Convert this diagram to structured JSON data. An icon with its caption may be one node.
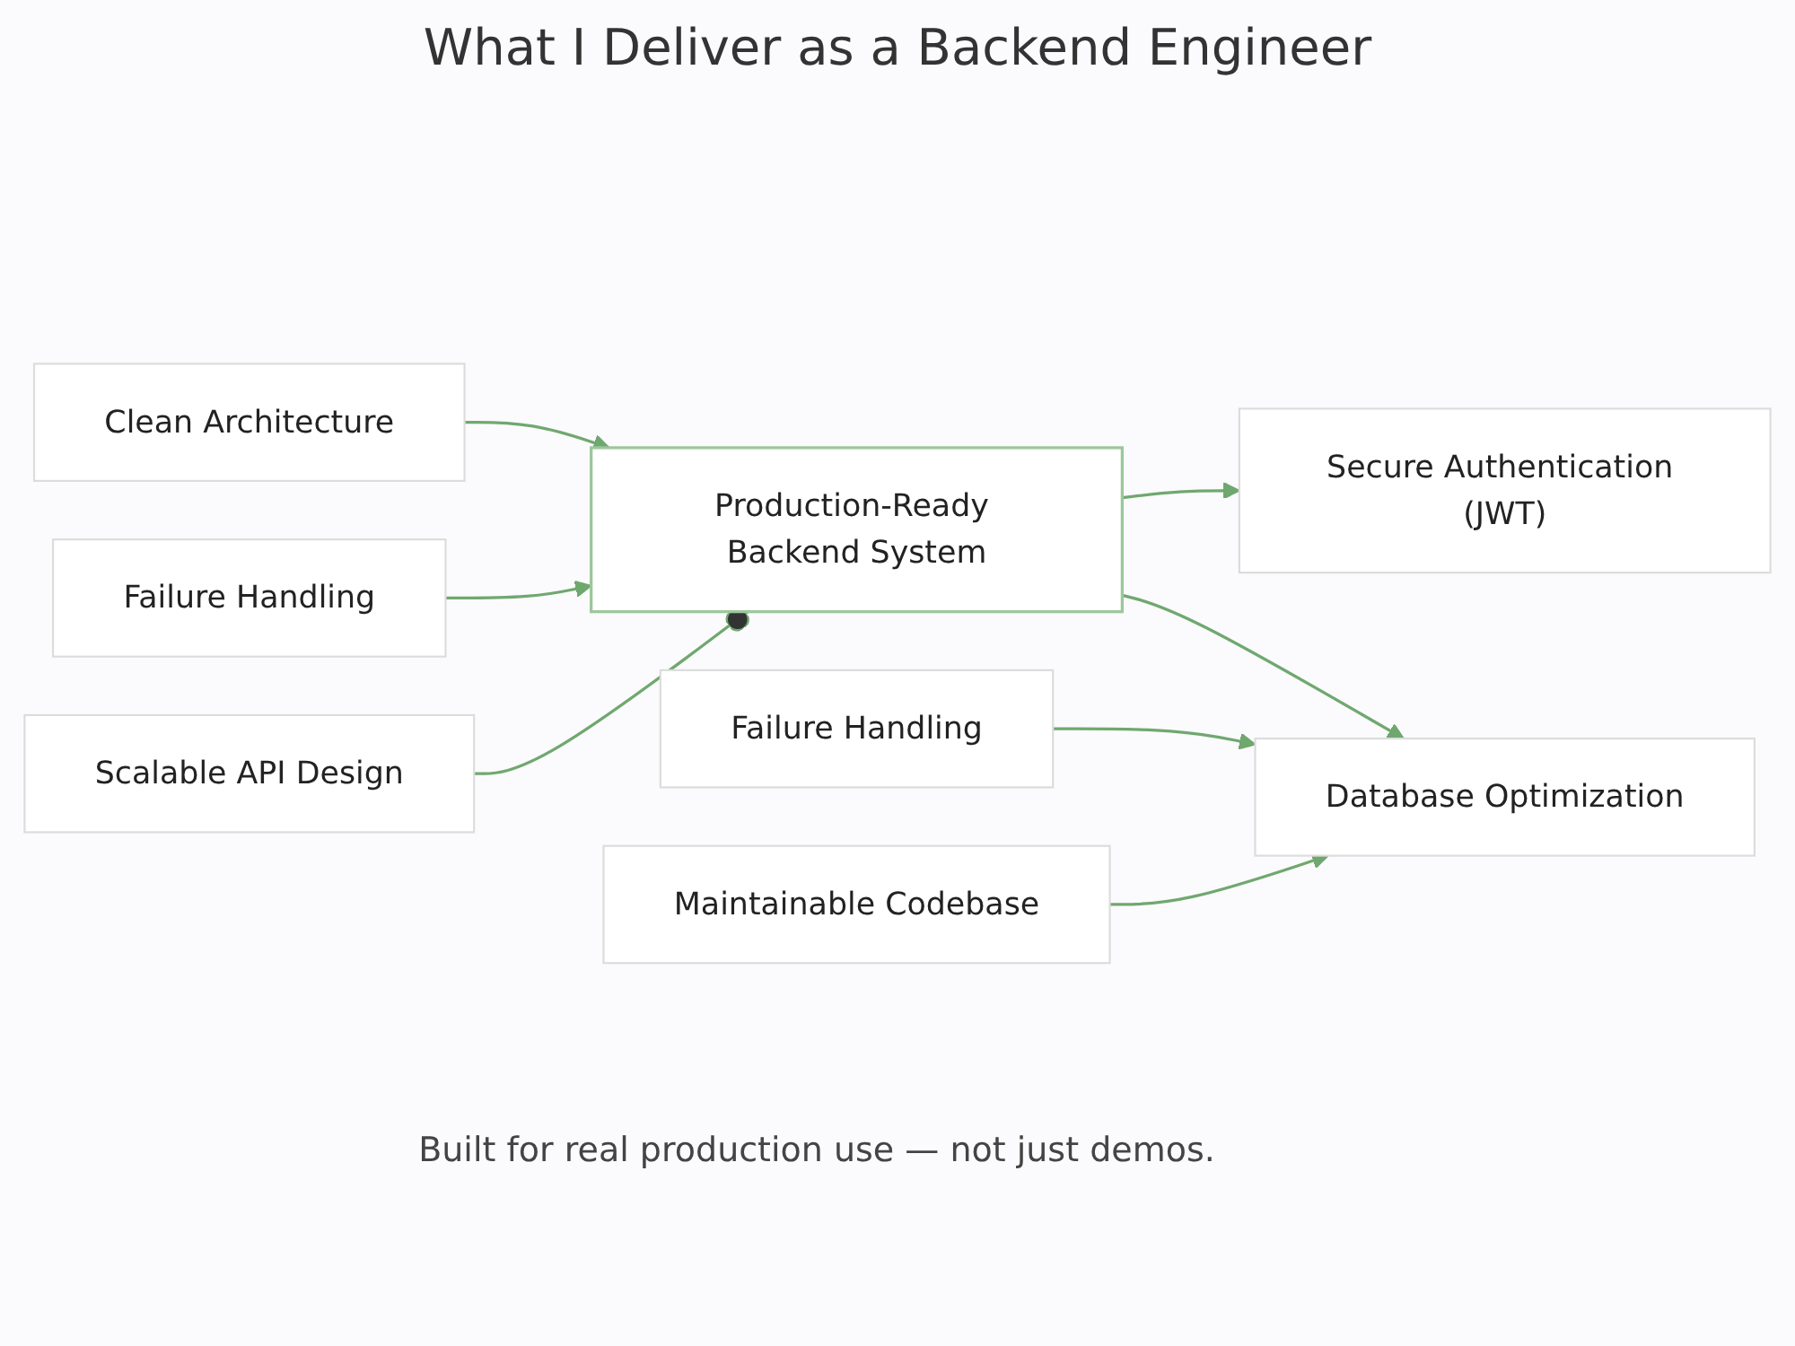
{
  "diagram": {
    "title": "What I Deliver as a Backend Engineer",
    "caption": "Built for real production use — not just demos.",
    "nodes": [
      {
        "text": [
          "Clean Architecture"
        ]
      },
      {
        "text": [
          "Production-Ready Backend System"
        ]
      },
      {
        "text": [
          "Secure Authentication (JWT)"
        ]
      },
      {
        "text": [
          "Failure Handling"
        ]
      },
      {
        "text": [
          "Scalable API Design"
        ]
      },
      {
        "text": [
          "Database Optimization"
        ]
      },
      {
        "text": [
          "Failure Handling"
        ]
      },
      {
        "text": [
          "Maintainable Codebase"
        ]
      }
    ],
    "edges": [
      {
        "from": 0,
        "to": 1,
        "arrow": "to"
      },
      {
        "from": 3,
        "to": 1,
        "arrow": "to"
      },
      {
        "from": 6,
        "to": 5,
        "arrow": "to"
      },
      {
        "from": 1,
        "to": 2,
        "arrow": "to"
      },
      {
        "from": 4,
        "to": 1,
        "arrow": "other"
      },
      {
        "from": 7,
        "to": 5,
        "arrow": "to"
      },
      {
        "from": 1,
        "to": 5,
        "arrow": "to"
      }
    ]
  }
}
